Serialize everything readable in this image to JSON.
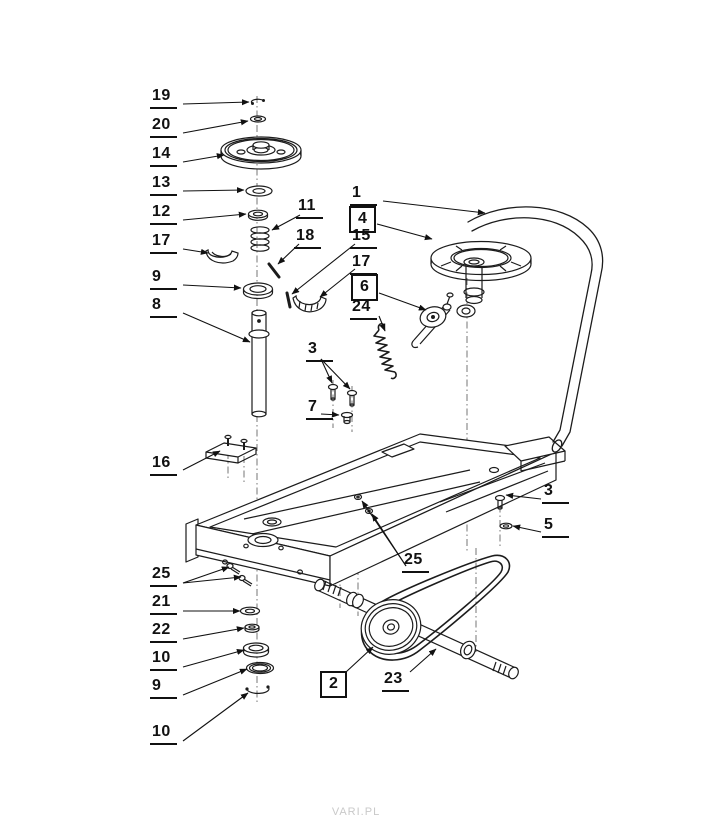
{
  "watermark": "VARI.PL",
  "diagram": {
    "type": "exploded-parts-diagram",
    "line_color": "#1c1c1c",
    "callout_color": "#111111",
    "background": "#ffffff"
  },
  "callouts": [
    {
      "text": "19",
      "boxed": false
    },
    {
      "text": "20",
      "boxed": false
    },
    {
      "text": "14",
      "boxed": false
    },
    {
      "text": "13",
      "boxed": false
    },
    {
      "text": "12",
      "boxed": false
    },
    {
      "text": "11",
      "boxed": false
    },
    {
      "text": "17",
      "boxed": false
    },
    {
      "text": "18",
      "boxed": false
    },
    {
      "text": "15",
      "boxed": false
    },
    {
      "text": "9",
      "boxed": false
    },
    {
      "text": "17",
      "boxed": false
    },
    {
      "text": "8",
      "boxed": false
    },
    {
      "text": "1",
      "boxed": false
    },
    {
      "text": "4",
      "boxed": true
    },
    {
      "text": "6",
      "boxed": true
    },
    {
      "text": "24",
      "boxed": false
    },
    {
      "text": "3",
      "boxed": false
    },
    {
      "text": "7",
      "boxed": false
    },
    {
      "text": "16",
      "boxed": false
    },
    {
      "text": "3",
      "boxed": false
    },
    {
      "text": "5",
      "boxed": false
    },
    {
      "text": "25",
      "boxed": false
    },
    {
      "text": "25",
      "boxed": false
    },
    {
      "text": "21",
      "boxed": false
    },
    {
      "text": "22",
      "boxed": false
    },
    {
      "text": "10",
      "boxed": false
    },
    {
      "text": "9",
      "boxed": false
    },
    {
      "text": "10",
      "boxed": false
    },
    {
      "text": "2",
      "boxed": true
    },
    {
      "text": "23",
      "boxed": false
    }
  ]
}
